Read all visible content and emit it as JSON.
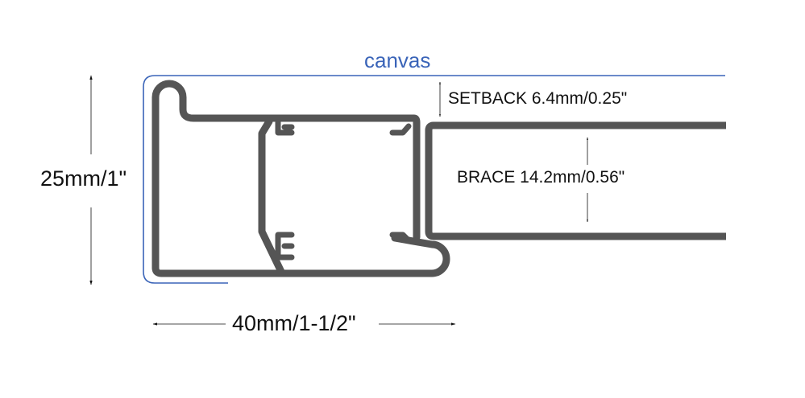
{
  "labels": {
    "canvas": "canvas",
    "setback": "SETBACK 6.4mm/0.25\"",
    "brace": "BRACE 14.2mm/0.56\"",
    "height": "25mm/1\"",
    "width": "40mm/1-1/2\""
  },
  "colors": {
    "canvas_line": "#3a64b8",
    "profile": "#555555",
    "dimension": "#111111"
  }
}
